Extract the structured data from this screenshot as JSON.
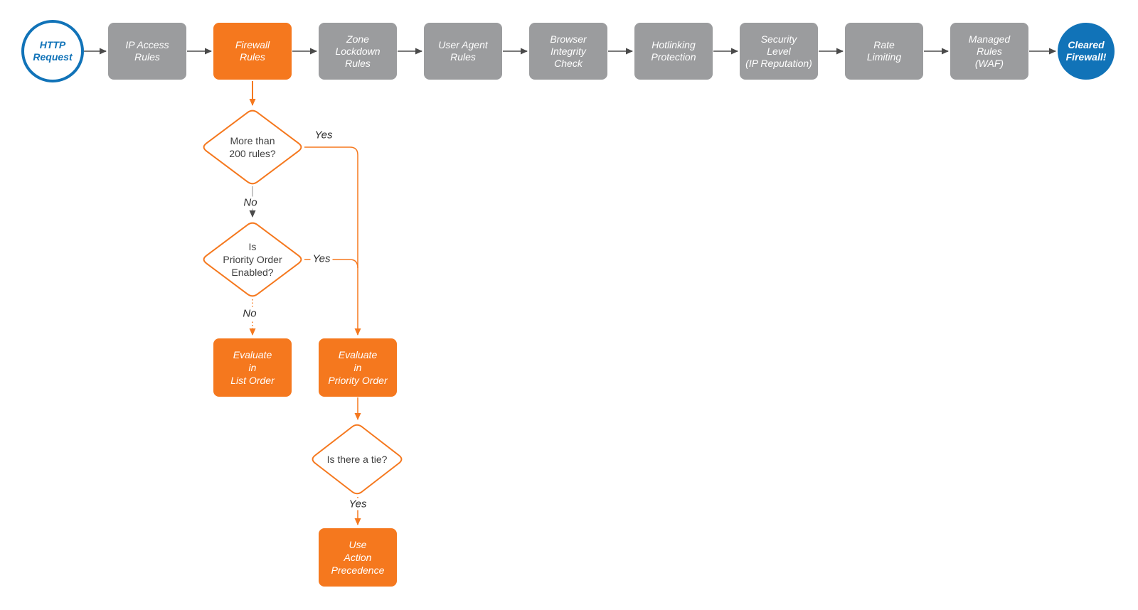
{
  "nodes": {
    "start": {
      "label": "HTTP\nRequest"
    },
    "pipeline": [
      {
        "label": "IP Access\nRules"
      },
      {
        "label": "Firewall\nRules"
      },
      {
        "label": "Zone\nLockdown\nRules"
      },
      {
        "label": "User Agent\nRules"
      },
      {
        "label": "Browser\nIntegrity\nCheck"
      },
      {
        "label": "Hotlinking\nProtection"
      },
      {
        "label": "Security\nLevel\n(IP Reputation)"
      },
      {
        "label": "Rate\nLimiting"
      },
      {
        "label": "Managed\nRules\n(WAF)"
      }
    ],
    "end": {
      "label": "Cleared\nFirewall!"
    },
    "decisions": [
      {
        "label": "More than\n200 rules?"
      },
      {
        "label": "Is\nPriority Order\nEnabled?"
      },
      {
        "label": "Is there a tie?"
      }
    ],
    "actions": [
      {
        "label": "Evaluate\nin\nList Order"
      },
      {
        "label": "Evaluate\nin\nPriority Order"
      },
      {
        "label": "Use\nAction\nPrecedence"
      }
    ]
  },
  "edge_labels": {
    "d1_yes": "Yes",
    "d1_no": "No",
    "d2_yes": "Yes",
    "d2_no": "No",
    "d3_yes": "Yes"
  },
  "colors": {
    "accent_orange": "#f5781e",
    "neutral_gray": "#9b9c9e",
    "brand_blue": "#1173b8",
    "arrow_dark": "#4a4a4a",
    "line_gray": "#b4b4b4"
  }
}
